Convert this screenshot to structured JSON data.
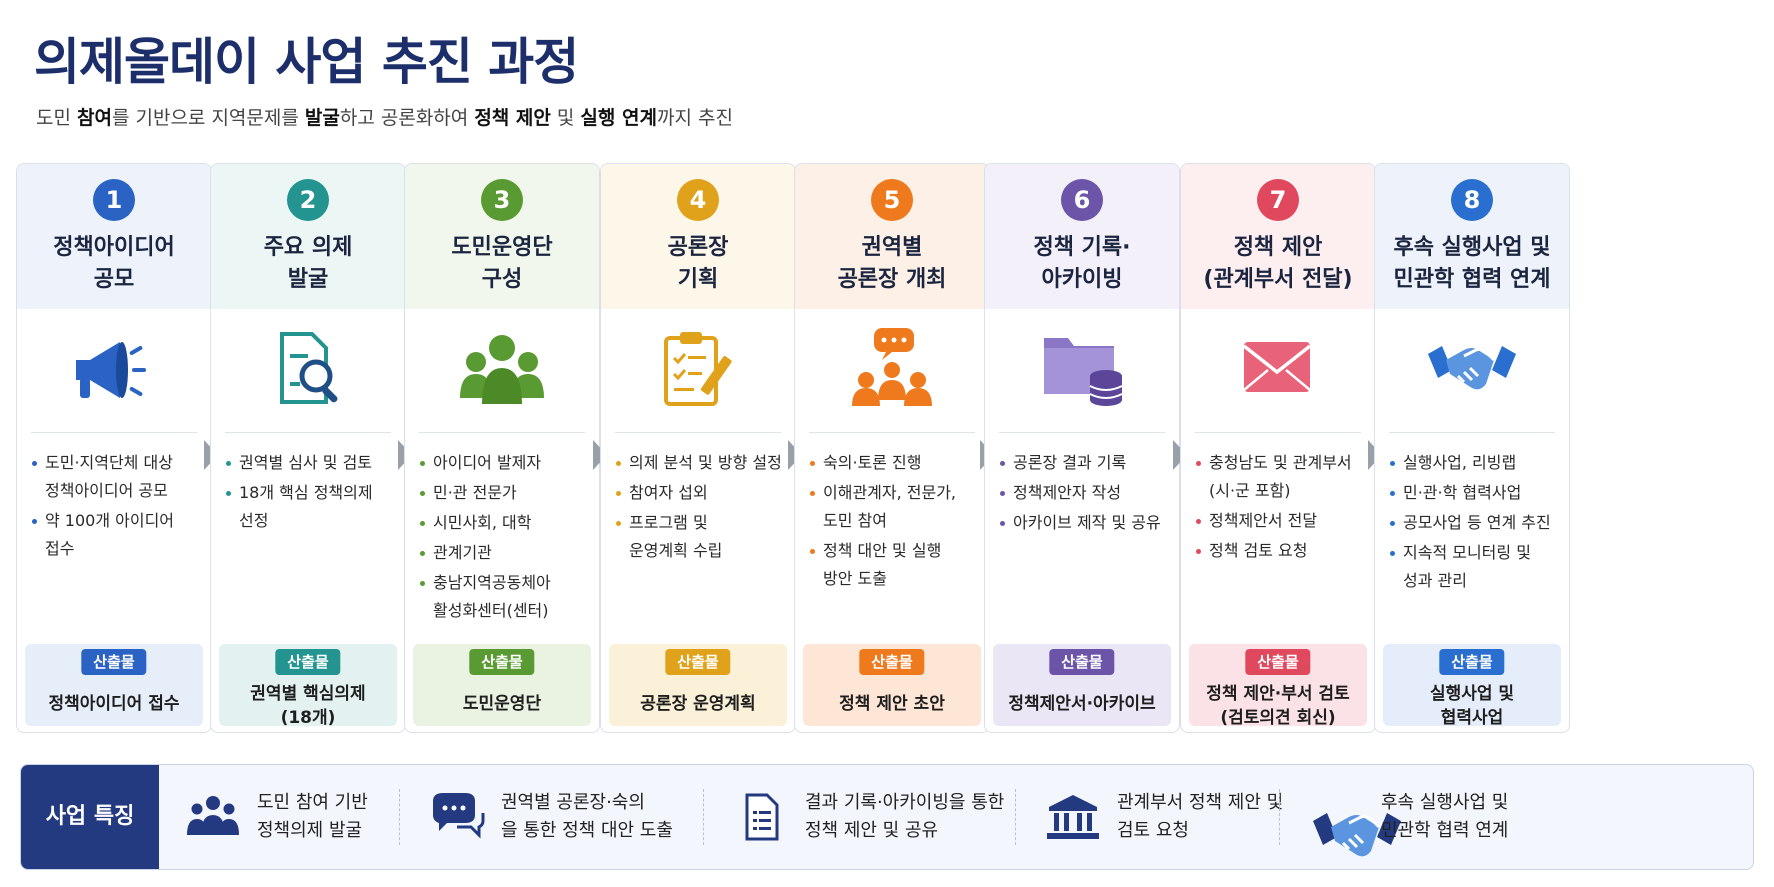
{
  "title": "의제올데이 사업 추진 과정",
  "subtitle": {
    "parts": [
      {
        "text": "도민 ",
        "bold": false
      },
      {
        "text": "참여",
        "bold": true
      },
      {
        "text": "를 기반으로 지역문제를 ",
        "bold": false
      },
      {
        "text": "발굴",
        "bold": true
      },
      {
        "text": "하고 공론화하여 ",
        "bold": false
      },
      {
        "text": "정책 제안",
        "bold": true
      },
      {
        "text": " 및 ",
        "bold": false
      },
      {
        "text": "실행 연계",
        "bold": true
      },
      {
        "text": "까지 추진",
        "bold": false
      }
    ]
  },
  "output_label": "산출물",
  "steps": [
    {
      "num": "1",
      "title": [
        "정책아이디어",
        "공모"
      ],
      "icon": "megaphone-icon",
      "color": "#2a63c4",
      "head_bg": "#eef3fb",
      "out_bg": "#e6eefa",
      "bullets": [
        [
          "도민·지역단체 대상",
          "정책아이디어 공모"
        ],
        [
          "약 100개 아이디어",
          "접수"
        ]
      ],
      "output": [
        "정책아이디어 접수"
      ]
    },
    {
      "num": "2",
      "title": [
        "주요 의제",
        "발굴"
      ],
      "icon": "document-search-icon",
      "color": "#23948f",
      "head_bg": "#ecf6f5",
      "out_bg": "#e3f2f1",
      "bullets": [
        [
          "권역별 심사 및 검토"
        ],
        [
          "18개 핵심 정책의제",
          "선정"
        ]
      ],
      "output": [
        "권역별 핵심의제",
        "(18개)"
      ]
    },
    {
      "num": "3",
      "title": [
        "도민운영단",
        "구성"
      ],
      "icon": "people-group-icon",
      "color": "#5a9a32",
      "head_bg": "#f1f7ec",
      "out_bg": "#eaf3e2",
      "bullets": [
        [
          "아이디어 발제자"
        ],
        [
          "민·관 전문가"
        ],
        [
          "시민사회, 대학"
        ],
        [
          "관계기관"
        ],
        [
          "충남지역공동체아",
          "활성화센터(센터)"
        ]
      ],
      "output": [
        "도민운영단"
      ]
    },
    {
      "num": "4",
      "title": [
        "공론장",
        "기획"
      ],
      "icon": "clipboard-plan-icon",
      "color": "#e0a21a",
      "head_bg": "#fdf7e9",
      "out_bg": "#fbf1d8",
      "bullets": [
        [
          "의제 분석 및 방향 설정"
        ],
        [
          "참여자 섭외"
        ],
        [
          "프로그램 및",
          "운영계획 수립"
        ]
      ],
      "output": [
        "공론장 운영계획"
      ]
    },
    {
      "num": "5",
      "title": [
        "권역별",
        "공론장 개최"
      ],
      "icon": "discussion-icon",
      "color": "#ef7a1e",
      "head_bg": "#fdf0e6",
      "out_bg": "#fde6d5",
      "bullets": [
        [
          "숙의·토론 진행"
        ],
        [
          "이해관계자, 전문가,",
          "도민 참여"
        ],
        [
          "정책 대안 및 실행",
          "방안 도출"
        ]
      ],
      "output": [
        "정책 제안 초안"
      ]
    },
    {
      "num": "6",
      "title": [
        "정책 기록·",
        "아카이빙"
      ],
      "icon": "folder-database-icon",
      "color": "#6c55a9",
      "head_bg": "#f3f0f9",
      "out_bg": "#ebe6f5",
      "bullets": [
        [
          "공론장 결과 기록"
        ],
        [
          "정책제안자 작성"
        ],
        [
          "아카이브 제작 및 공유"
        ]
      ],
      "output": [
        "정책제안서·아카이브"
      ]
    },
    {
      "num": "7",
      "title": [
        "정책 제안",
        "(관계부서 전달)"
      ],
      "icon": "envelope-icon",
      "color": "#e0485e",
      "head_bg": "#fdeef0",
      "out_bg": "#fbe2e6",
      "bullets": [
        [
          "충청남도 및 관계부서",
          "(시·군 포함)"
        ],
        [
          "정책제안서 전달"
        ],
        [
          "정책 검토 요청"
        ]
      ],
      "output": [
        "정책 제안·부서 검토",
        "(검토의견 회신)"
      ]
    },
    {
      "num": "8",
      "title": [
        "후속 실행사업 및",
        "민관학 협력 연계"
      ],
      "icon": "handshake-icon",
      "color": "#2a6fcf",
      "head_bg": "#eef3fb",
      "out_bg": "#e4edf9",
      "bullets": [
        [
          "실행사업, 리빙랩"
        ],
        [
          "민·관·학 협력사업"
        ],
        [
          "공모사업 등 연계 추진"
        ],
        [
          "지속적 모니터링 및",
          "성과 관리"
        ]
      ],
      "output": [
        "실행사업 및",
        "협력사업"
      ]
    }
  ],
  "features": {
    "label": "사업 특징",
    "items": [
      {
        "icon": "people-icon",
        "lines": [
          "도민 참여 기반",
          "정책의제 발굴"
        ]
      },
      {
        "icon": "chat-bubbles-icon",
        "lines": [
          "권역별 공론장·숙의",
          "을 통한 정책 대안 도출"
        ]
      },
      {
        "icon": "document-icon",
        "lines": [
          "결과 기록·아카이빙을 통한",
          "정책 제안 및 공유"
        ]
      },
      {
        "icon": "government-building-icon",
        "lines": [
          "관계부서 정책 제안 및",
          "검토 요청"
        ]
      },
      {
        "icon": "handshake-icon",
        "lines": [
          "후속 실행사업 및",
          "민관학 협력 연계"
        ]
      }
    ],
    "icon_color": "#243a80"
  }
}
